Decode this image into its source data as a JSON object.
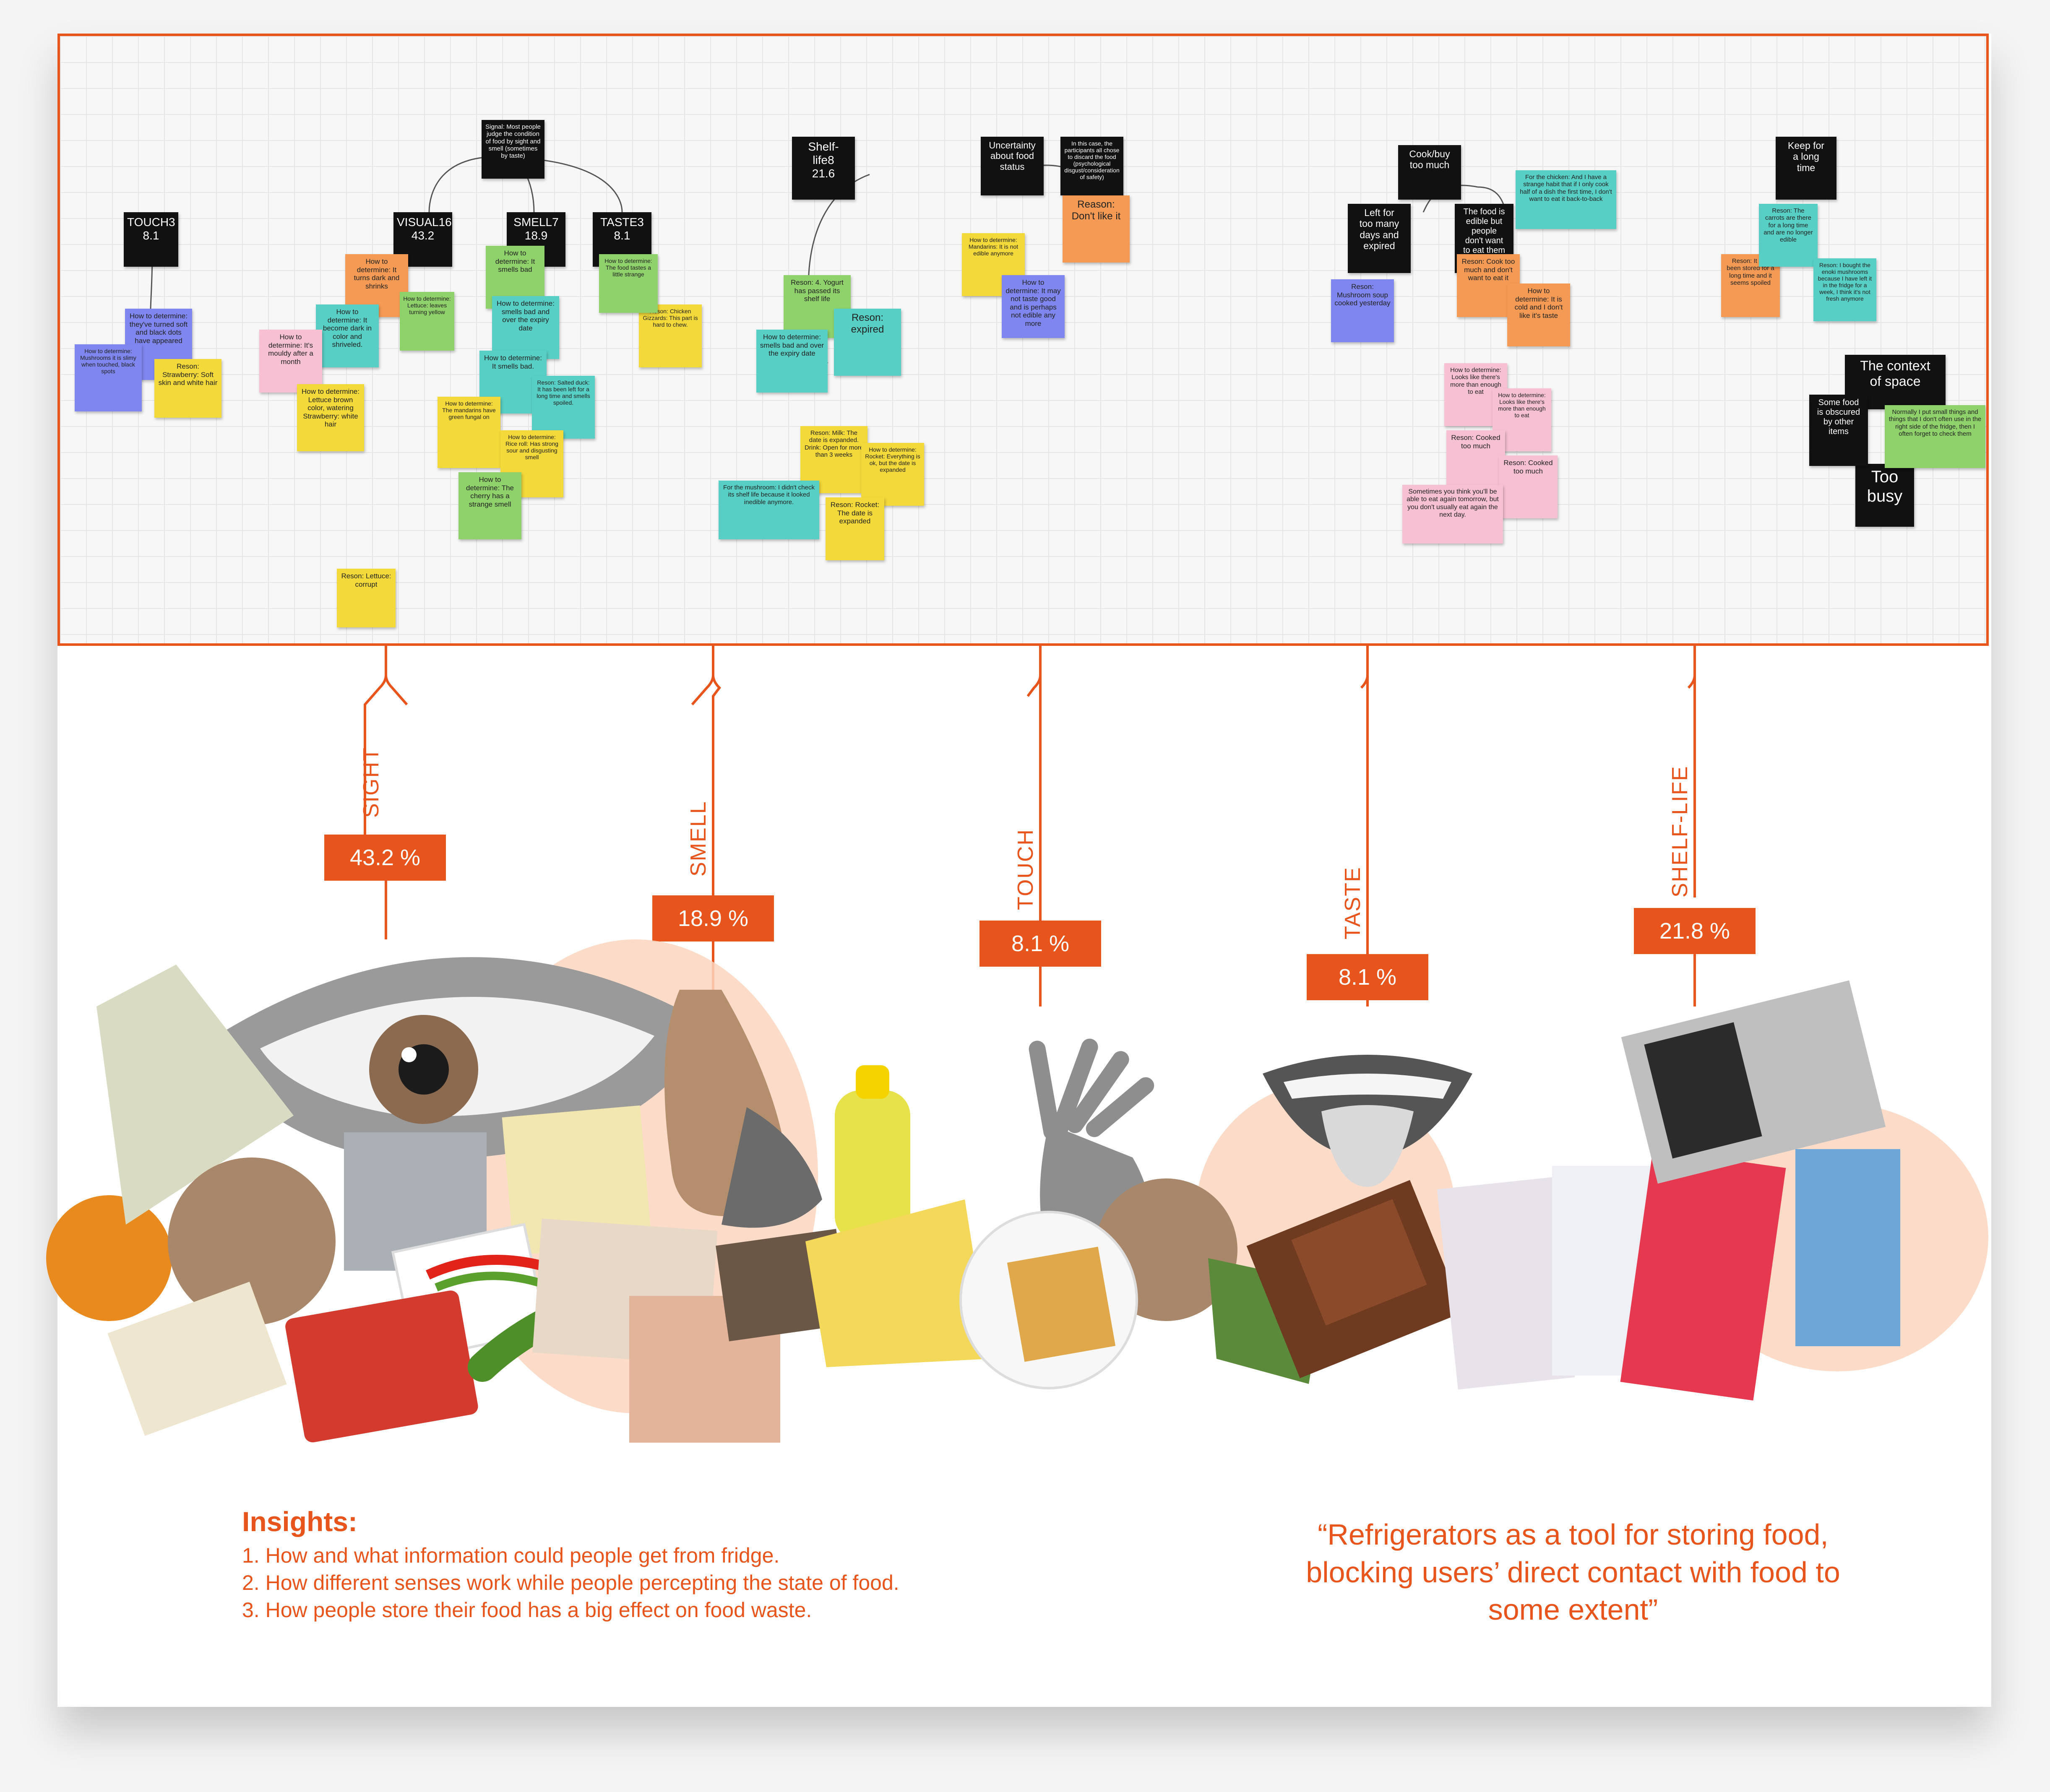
{
  "board": {
    "headers": {
      "touch": "TOUCH3\n8.1",
      "visual": "VISUAL16\n43.2",
      "smell": "SMELL7\n18.9",
      "taste": "TASTE3\n8.1",
      "shelf": "Shelf-\nlife8\n21.6",
      "uncertain": "Uncertainty\nabout food\nstatus",
      "discard": "In this case, the participants all chose to discard the food (psychological disgust/consideration of safety)",
      "cook": "Cook/buy\ntoo much",
      "keep": "Keep for\na long\ntime",
      "top": "Signal: Most people judge the condition of food by sight and smell (sometimes by taste)",
      "context": "The context\nof space",
      "busy": "Too\nbusy",
      "left_days": "Left for\ntoo many\ndays and\nexpired",
      "edible": "The food is\nedible but\npeople\ndon't want\nto eat them",
      "obscured": "Some food\nis obscured\nby other\nitems"
    },
    "notes": {
      "n1": "How to determine: they've turned soft and black dots have appeared",
      "n2": "How to determine: Mushrooms it is slimy when touched, black spots",
      "n3": "Reson: Strawberry: Soft skin and white hair",
      "n4": "How to determine: It turns dark and shrinks",
      "n5": "How to determine: It become dark in color and shriveled.",
      "n6": "How to determine: It's mouldy after a month",
      "n7": "How to determine: Lettuce brown color, watering Strawberry: white hair",
      "n8": "How to determine: Lettuce: leaves turning yellow",
      "n9": "Reson: Lettuce: corrupt",
      "n10": "How to determine: It smells bad",
      "n11": "How to determine: smells bad and over the expiry date",
      "n12": "How to determine: It smells bad.",
      "n13": "Reson: Salted duck: It has been left for a long time and smells spoiled.",
      "n14": "How to determine: The mandarins have green fungal on",
      "n15": "How to determine: Rice roll: Has strong sour and disgusting smell",
      "n16": "How to determine: The cherry has a strange smell",
      "n17": "Reson: Chicken Gizzards: This part is hard to chew.",
      "n18": "How to determine: The food tastes a little strange",
      "n19": "Reson: 4. Yogurt has passed its shelf life",
      "n20": "Reson: expired",
      "n21": "How to determine: smells bad and over the expiry date",
      "n22": "Reson: Milk: The date is expanded. Drink: Open for more than 3 weeks",
      "n23": "How to determine: Rocket: Everything is ok, but the date is expanded",
      "n24": "Reson: Rocket: The date is expanded",
      "n25": "For the mushroom: I didn't check its shelf life because it looked inedible anymore.",
      "n26": "Reason: Don't like it",
      "n27": "How to determine: Mandarins: It is not edible anymore",
      "n28": "How to determine: It may not taste good and is perhaps not edible any more",
      "n29": "For the chicken: And I have a strange habit that if I only cook half of a dish the first time, I don't want to eat it back-to-back",
      "n30": "Reson: Cook too much and don't want to eat it",
      "n31": "How to determine: It is cold and I don't like it's taste",
      "n32": "Reson: Mushroom soup cooked yesterday",
      "n33": "How to determine: Looks like there's more than enough to eat",
      "n34": "How to determine: Looks like there's more than enough to eat",
      "n35": "Reson: Cooked too much",
      "n36": "Reson: Cooked too much",
      "n37": "Sometimes you think you'll be able to eat again tomorrow, but you don't usually eat again the next day.",
      "n38": "Reson: It has been stored for a long time and it seems spoiled",
      "n39": "Reson: The carrots are there for a long time and are no longer edible",
      "n40": "Normally I put small things and things that I don't often use in the right side of the fridge, then I often forget to check them",
      "n41": "Reson: I bought the enoki mushrooms because I have left it in the fridge for a week, I think it's not fresh anymore"
    }
  },
  "senses": [
    {
      "label": "SIGHT",
      "value": "43.2 %"
    },
    {
      "label": "SMELL",
      "value": "18.9 %"
    },
    {
      "label": "TOUCH",
      "value": "8.1 %"
    },
    {
      "label": "TASTE",
      "value": "8.1 %"
    },
    {
      "label": "SHELF-LIFE",
      "value": "21.8 %"
    }
  ],
  "insights": {
    "title": "Insights:",
    "items": [
      "1. How and what information could people get from fridge.",
      "2. How different senses work while people percepting the state of food.",
      "3. How people store their food has a big effect on food waste."
    ]
  },
  "quote": "“Refrigerators as a tool for storing food, blocking users’ direct contact with food to some extent”",
  "colors": {
    "accent": "#e8551c",
    "blob": "#fbd6c0"
  }
}
